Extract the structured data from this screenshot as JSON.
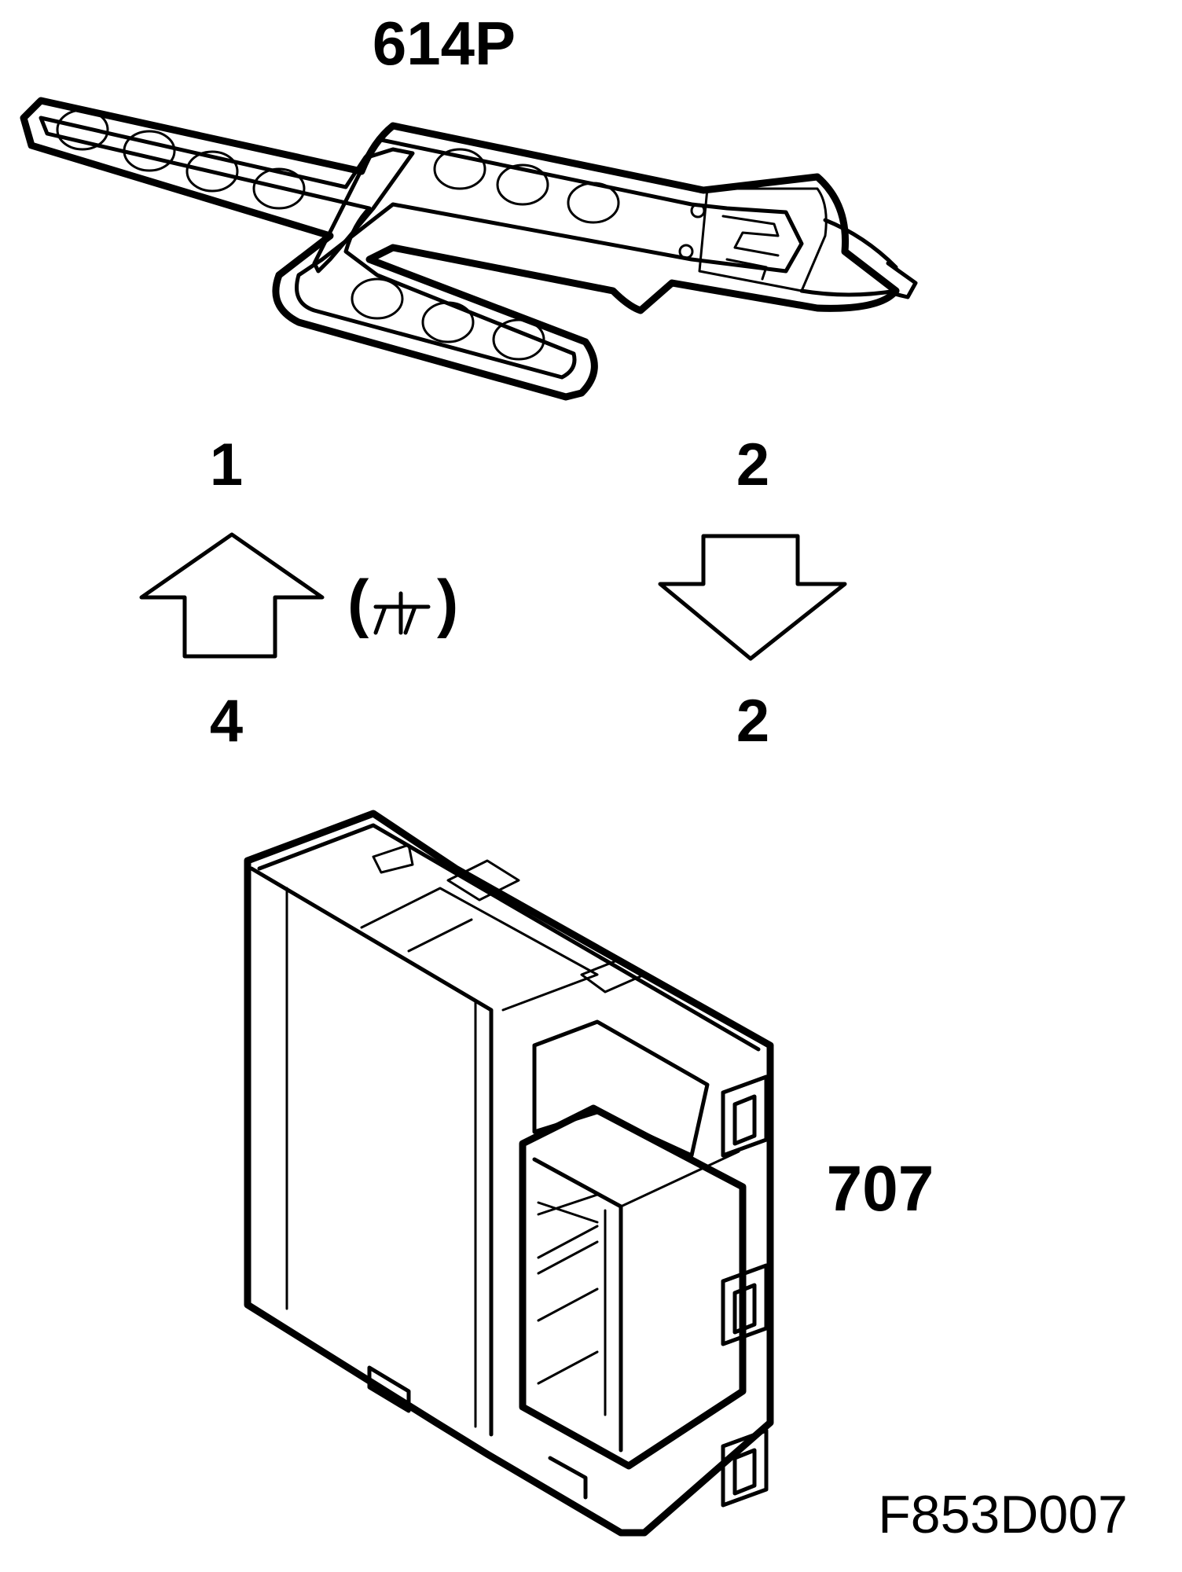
{
  "labels": {
    "sensor": "614P",
    "pin_top_left": "1",
    "pin_top_right": "2",
    "pin_bottom_left": "4",
    "pin_bottom_right": "2",
    "ground_symbol": "(⏚)",
    "module": "707",
    "figure_id": "F853D007"
  },
  "icons": {
    "arrow_up": "arrow-up-outline-icon",
    "arrow_down": "arrow-down-outline-icon",
    "ground": "ground-icon"
  }
}
